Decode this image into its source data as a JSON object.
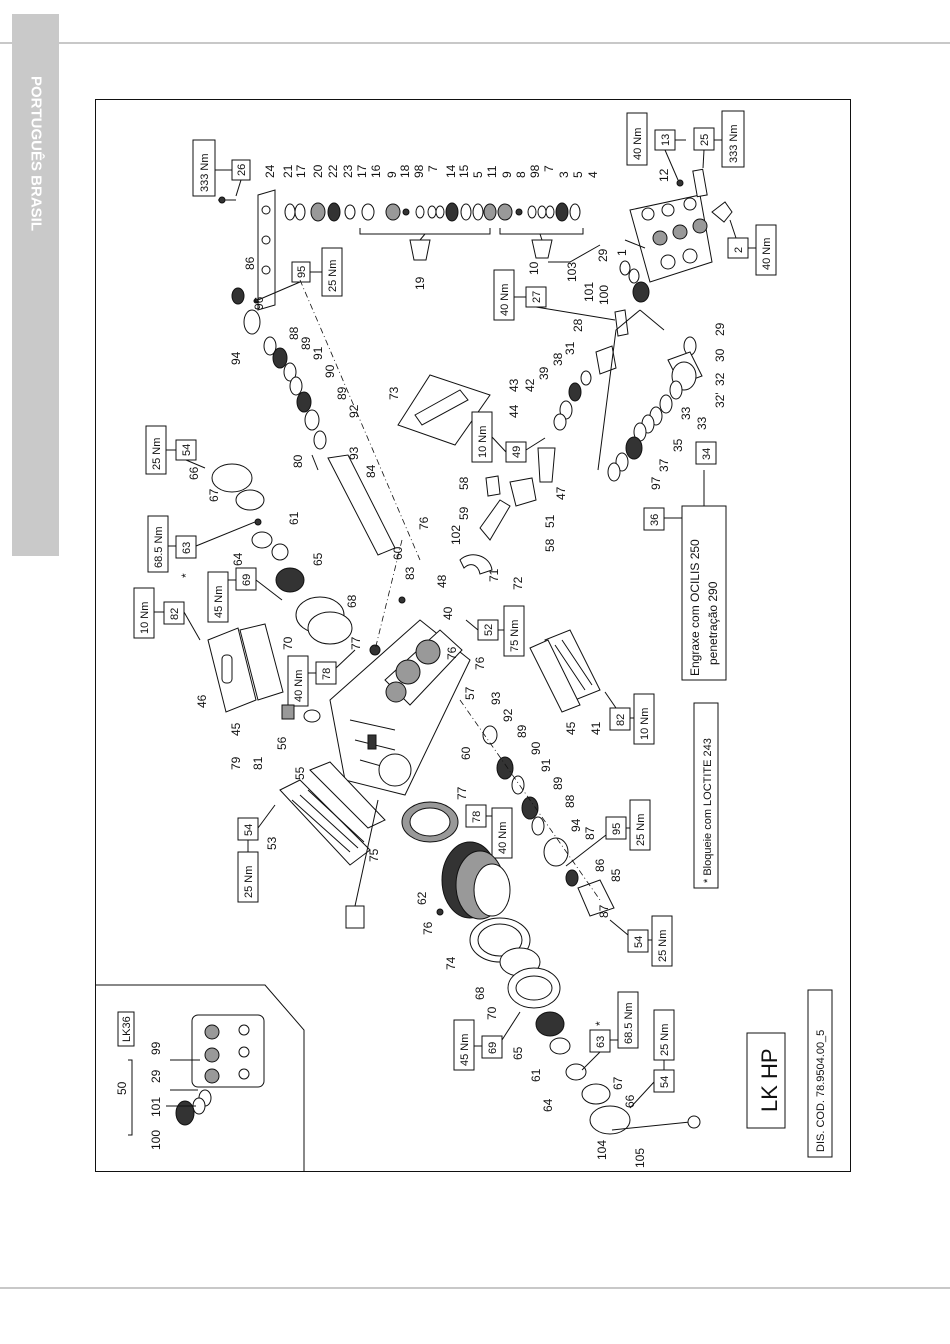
{
  "side_tab": {
    "label": "PORTUGUÊS BRASIL"
  },
  "drawing": {
    "title": "LK HP",
    "drawing_code": "DIS. COD. 78.9504.00_5",
    "footnote": "* Bloqueie com LOCTITE 243",
    "grease_note_line1": "Engraxe com OCILIS 250",
    "grease_note_line2": "penetração 290",
    "variant_box": "LK36",
    "torques": {
      "t333": "333 Nm",
      "t25": "25 Nm",
      "t40": "40 Nm",
      "t10": "10 Nm",
      "t45": "45 Nm",
      "t685": "68.5 Nm",
      "t75": "75 Nm"
    },
    "callouts": {
      "c1": "1",
      "c2": "2",
      "c3": "3",
      "c4": "4",
      "c5": "5",
      "c7": "7",
      "c8": "8",
      "c9": "9",
      "c10": "10",
      "c11": "11",
      "c12": "12",
      "c13": "13",
      "c14": "14",
      "c15": "15",
      "c16": "16",
      "c17": "17",
      "c18": "18",
      "c19": "19",
      "c20": "20",
      "c21": "21",
      "c22": "22",
      "c23": "23",
      "c24": "24",
      "c25": "25",
      "c26": "26",
      "c27": "27",
      "c28": "28",
      "c29": "29",
      "c30": "30",
      "c31": "31",
      "c32": "32",
      "c32p": "32'",
      "c33": "33",
      "c34": "34",
      "c35": "35",
      "c36": "36",
      "c37": "37",
      "c38": "38",
      "c39": "39",
      "c40": "40",
      "c41": "41",
      "c42": "42",
      "c43": "43",
      "c44": "44",
      "c45": "45",
      "c46": "46",
      "c47": "47",
      "c48": "48",
      "c49": "49",
      "c50": "50",
      "c51": "51",
      "c52": "52",
      "c53": "53",
      "c54": "54",
      "c55": "55",
      "c56": "56",
      "c57": "57",
      "c58": "58",
      "c59": "59",
      "c60": "60",
      "c61": "61",
      "c62": "62",
      "c63": "63",
      "c64": "64",
      "c65": "65",
      "c66": "66",
      "c67": "67",
      "c68": "68",
      "c69": "69",
      "c70": "70",
      "c71": "71",
      "c72": "72",
      "c73": "73",
      "c74": "74",
      "c75": "75",
      "c76": "76",
      "c77": "77",
      "c78": "78",
      "c79": "79",
      "c80": "80",
      "c81": "81",
      "c82": "82",
      "c83": "83",
      "c84": "84",
      "c85": "85",
      "c86": "86",
      "c87": "87",
      "c88": "88",
      "c89": "89",
      "c90": "90",
      "c91": "91",
      "c92": "92",
      "c93": "93",
      "c94": "94",
      "c95": "95",
      "c96": "96",
      "c97": "97",
      "c98": "98",
      "c99": "99",
      "c100": "100",
      "c101": "101",
      "c102": "102",
      "c103": "103",
      "c104": "104",
      "c105": "105",
      "star": "*"
    }
  },
  "colors": {
    "side_tab": "#c9c9c9",
    "rules": "#c8c8c8",
    "line": "#111111"
  }
}
